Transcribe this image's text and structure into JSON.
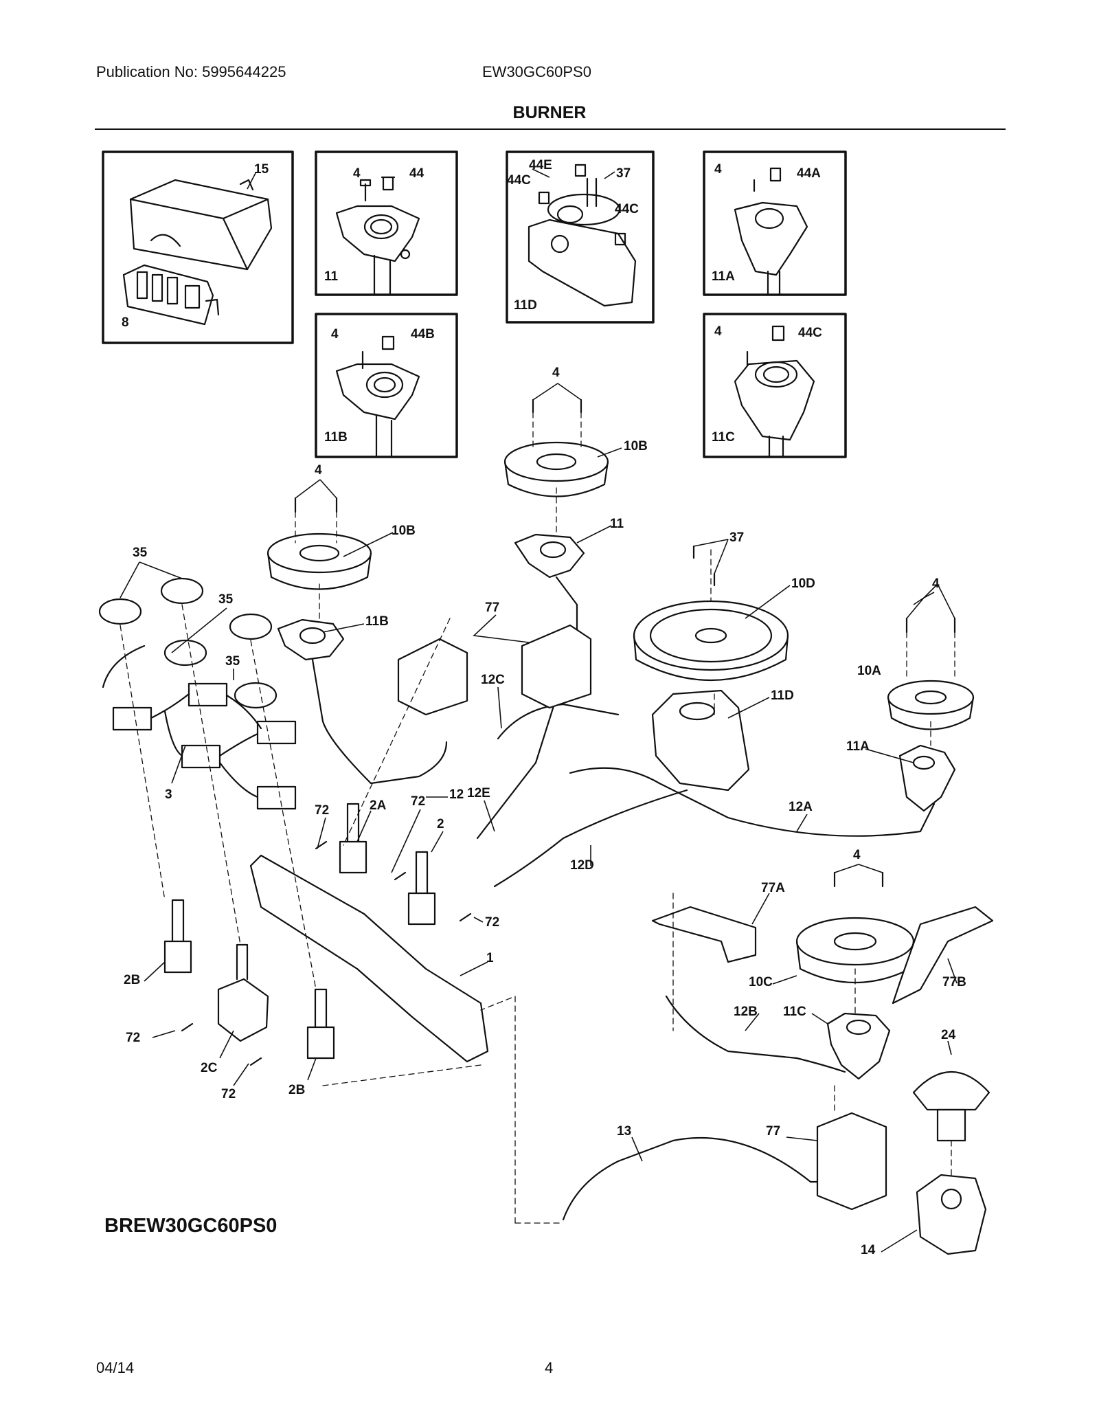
{
  "header": {
    "publication": "Publication No: 5995644225",
    "model": "EW30GC60PS0",
    "section": "BURNER"
  },
  "diagram": {
    "insets": [
      {
        "id": "ignition-module-inset",
        "labels": [
          "15",
          "8"
        ]
      },
      {
        "id": "inset-11",
        "labels": [
          "4",
          "44",
          "11"
        ]
      },
      {
        "id": "inset-11d",
        "labels": [
          "44E",
          "44C",
          "37",
          "44C",
          "11D"
        ]
      },
      {
        "id": "inset-11a",
        "labels": [
          "4",
          "44A",
          "11A"
        ]
      },
      {
        "id": "inset-11b",
        "labels": [
          "4",
          "44B",
          "11B"
        ]
      },
      {
        "id": "inset-11c",
        "labels": [
          "4",
          "44C",
          "11C"
        ]
      }
    ],
    "callouts": [
      "4",
      "10B",
      "11",
      "4",
      "10B",
      "37",
      "10D",
      "4",
      "35",
      "35",
      "35",
      "11B",
      "77",
      "12C",
      "11D",
      "10A",
      "11A",
      "12",
      "3",
      "12E",
      "72",
      "2A",
      "72",
      "2",
      "12A",
      "12D",
      "4",
      "77A",
      "72",
      "1",
      "2B",
      "10C",
      "77B",
      "12B",
      "11C",
      "24",
      "72",
      "2C",
      "2B",
      "72",
      "13",
      "77",
      "14"
    ]
  },
  "footer": {
    "brand_model": "BREW30GC60PS0",
    "date": "04/14",
    "page": "4"
  }
}
